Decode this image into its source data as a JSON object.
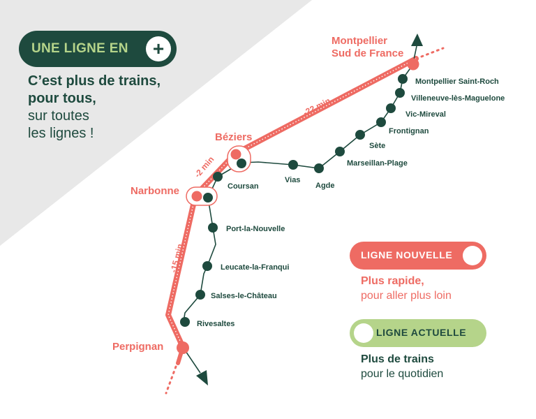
{
  "banner": {
    "label": "UNE LIGNE EN",
    "plus_symbol": "+"
  },
  "headline": {
    "line1": "C’est plus de trains,",
    "line2": "pour tous,",
    "line3": "sur toutes",
    "line4": "les lignes !"
  },
  "legend": {
    "new_line": {
      "label": "LIGNE NOUVELLE",
      "title": "Plus rapide,",
      "subtitle": "pour aller plus loin"
    },
    "current_line": {
      "label": "LIGNE ACTUELLE",
      "title": "Plus de trains",
      "subtitle": "pour le quotidien"
    }
  },
  "new_line_stations": {
    "montpellier_l1": "Montpellier",
    "montpellier_l2": "Sud de France",
    "beziers": "Béziers",
    "narbonne": "Narbonne",
    "perpignan": "Perpignan"
  },
  "time_savings": {
    "montpellier_beziers": "-22 min",
    "beziers_narbonne": "-2 min",
    "narbonne_perpignan": "-15 min"
  },
  "current_line_stations": [
    "Montpellier Saint-Roch",
    "Villeneuve-lès-Maguelone",
    "Vic-Mireval",
    "Frontignan",
    "Sète",
    "Marseillan-Plage",
    "Agde",
    "Vias",
    "Coursan",
    "Port-la-Nouvelle",
    "Leucate-la-Franqui",
    "Salses-le-Château",
    "Rivesaltes"
  ],
  "colors": {
    "dark_green": "#1e4a3e",
    "coral": "#ee6b63",
    "light_green": "#b5d48a",
    "background_grey": "#e8e8e8"
  }
}
